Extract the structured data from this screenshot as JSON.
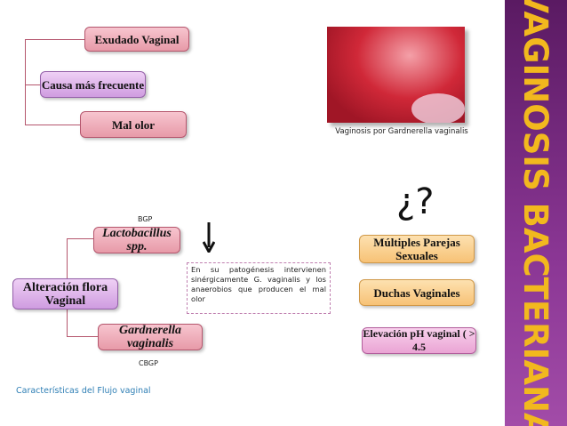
{
  "title": "VAGINOSIS BACTERIANA",
  "top_diagram": {
    "items": [
      "Exudado Vaginal",
      "Causa más frecuente",
      "Mal olor"
    ]
  },
  "photo": {
    "caption": "Vaginosis por Gardnerella vaginalis"
  },
  "flora_diagram": {
    "root": "Alteración flora Vaginal",
    "top": {
      "name": "Lactobacillus spp.",
      "label": "BGP",
      "arrow": "down-arrow"
    },
    "bottom": {
      "name": "Gardnerella vaginalis",
      "label": "CBGP"
    },
    "note": "En su patogénesis intervienen sinérgicamente G. vaginalis y los anaerobios que producen el mal olor"
  },
  "question": "¿?",
  "factors": [
    "Múltiples Parejas Sexuales",
    "Duchas Vaginales",
    "Elevación pH vaginal ( > 4.5"
  ],
  "footer": "Características del Flujo vaginal",
  "colors": {
    "band": "#7a2a86",
    "title": "#f2b81e",
    "footer": "#2f7fb5"
  }
}
